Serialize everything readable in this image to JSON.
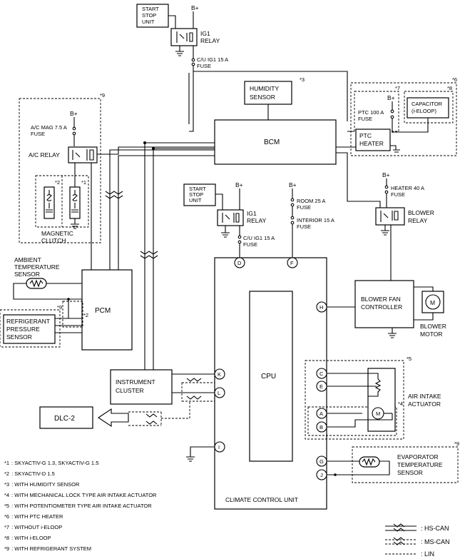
{
  "labels": {
    "start_stop_unit_1": [
      "START",
      "STOP",
      "UNIT"
    ],
    "b_plus": "B+",
    "ig1_relay": [
      "IG1",
      "RELAY"
    ],
    "cu_ig1_fuse": [
      "C/U IG1 15 A",
      "FUSE"
    ],
    "humidity_sensor": [
      "HUMIDITY",
      "SENSOR"
    ],
    "bcm": "BCM",
    "ptc_100_fuse": [
      "PTC 100 A",
      "FUSE"
    ],
    "capacitor": [
      "CAPACITOR",
      "(i-ELOOP)"
    ],
    "ptc_heater": [
      "PTC",
      "HEATER"
    ],
    "ac_mag_fuse": [
      "A/C MAG 7.5 A",
      "FUSE"
    ],
    "ac_relay": "A/C RELAY",
    "magnetic_clutch": [
      "MAGNETIC",
      "CLUTCH"
    ],
    "start_stop_unit_2": [
      "START",
      "STOP",
      "UNIT"
    ],
    "room_fuse": [
      "ROOM 25 A",
      "FUSE"
    ],
    "interior_fuse": [
      "INTERIOR 15 A",
      "FUSE"
    ],
    "heater_fuse": [
      "HEATER 40 A",
      "FUSE"
    ],
    "blower_relay": [
      "BLOWER",
      "RELAY"
    ],
    "ambient_sensor": [
      "AMBIENT",
      "TEMPERATURE",
      "SENSOR"
    ],
    "pcm": "PCM",
    "refrigerant_sensor": [
      "REFRIGERANT",
      "PRESSURE",
      "SENSOR"
    ],
    "blower_fan_controller": [
      "BLOWER FAN",
      "CONTROLLER"
    ],
    "blower_motor": [
      "BLOWER",
      "MOTOR"
    ],
    "cpu": "CPU",
    "instrument_cluster": [
      "INSTRUMENT",
      "CLUSTER"
    ],
    "dlc2": "DLC-2",
    "air_intake_actuator": [
      "AIR INTAKE",
      "ACTUATOR"
    ],
    "evaporator_sensor": [
      "EVAPORATOR",
      "TEMPERATURE",
      "SENSOR"
    ],
    "climate_control_unit": "CLIMATE CONTROL UNIT",
    "motor_symbol": "M"
  },
  "connectors": {
    "D": "D",
    "F": "F",
    "H": "H",
    "K": "K",
    "L": "L",
    "I": "I",
    "C": "C",
    "E": "E",
    "A": "A",
    "B": "B",
    "G": "G",
    "J": "J"
  },
  "markers": {
    "m1": "*1",
    "m2": "*2",
    "m3": "*3",
    "m4": "*4",
    "m5": "*5",
    "m6": "*6",
    "m7": "*7",
    "m8": "*8",
    "m9": "*9"
  },
  "notes": [
    {
      "key": "*1",
      "text": "SKYACTIV-G 1.3, SKYACTIV-G 1.5"
    },
    {
      "key": "*2",
      "text": "SKYACTIV-D 1.5"
    },
    {
      "key": "*3",
      "text": "WITH HUMIDITY SENSOR"
    },
    {
      "key": "*4",
      "text": "WITH MECHANICAL LOCK TYPE AIR INTAKE ACTUATOR"
    },
    {
      "key": "*5",
      "text": "WITH POTENTIOMETER TYPE AIR INTAKE ACTUATOR"
    },
    {
      "key": "*6",
      "text": "WITH PTC HEATER"
    },
    {
      "key": "*7",
      "text": "WITHOUT i-ELOOP"
    },
    {
      "key": "*8",
      "text": "WITH i-ELOOP"
    },
    {
      "key": "*9",
      "text": "WITH REFRIGERANT SYSTEM"
    }
  ],
  "legend": [
    {
      "label": ": HS-CAN"
    },
    {
      "label": ": MS-CAN"
    },
    {
      "label": ": LIN"
    }
  ]
}
